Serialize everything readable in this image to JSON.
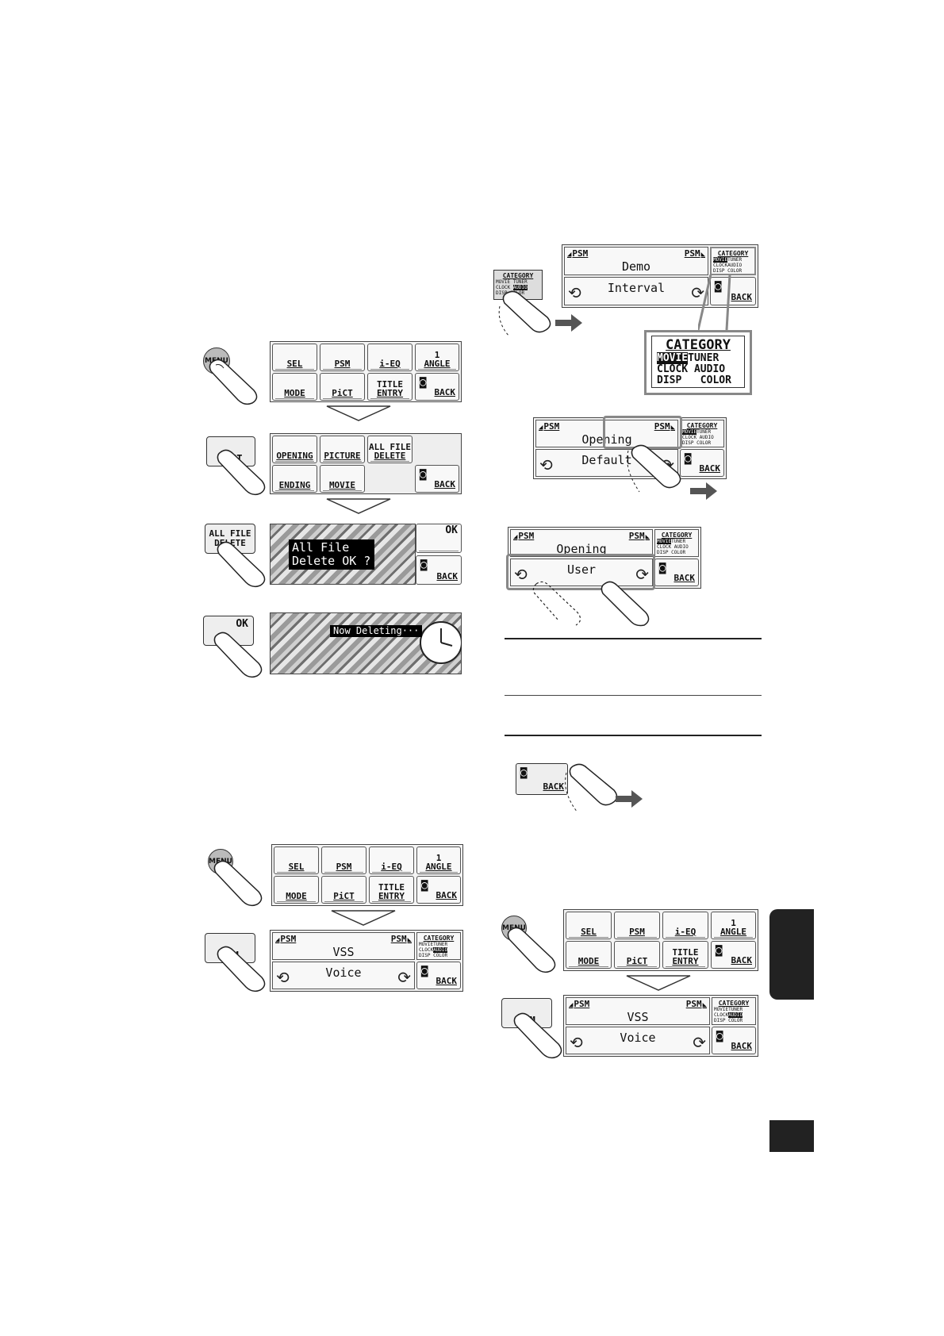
{
  "menu_key": "MENU",
  "menu_grid": {
    "sel": "SEL",
    "psm": "PSM",
    "ieq": "i-EQ",
    "angle_num": "1",
    "angle": "ANGLE",
    "mode": "MODE",
    "pict": "PiCT",
    "title_l1": "TITLE",
    "title_l2": "ENTRY",
    "back": "BACK"
  },
  "pict_menu": {
    "opening": "OPENING",
    "picture": "PICTURE",
    "allfile_l1": "ALL FILE",
    "allfile_l2": "DELETE",
    "ending": "ENDING",
    "movie": "MOVIE",
    "back": "BACK"
  },
  "pict_button": "PiCT",
  "allfile_button": {
    "l1": "ALL FILE",
    "l2": "DELETE"
  },
  "confirm": {
    "line1": "All File",
    "line2": "Delete OK ?",
    "ok": "OK",
    "back": "BACK"
  },
  "ok_button": "OK",
  "deleting": "Now Deleting···",
  "psm_button": "PSM",
  "psm_screen": {
    "psm_left": "PSM",
    "psm_right": "PSM",
    "item": "VSS",
    "value": "Voice",
    "back": "BACK"
  },
  "category_small": {
    "title": "CATEGORY",
    "row1": [
      "MOVIE",
      "TUNER"
    ],
    "row2": [
      "CLOCK",
      "AUDIO"
    ],
    "row3": [
      "DISP",
      "COLOR"
    ]
  },
  "category_big": {
    "title": "CATEGORY",
    "row1": [
      "MOVIE",
      "TUNER"
    ],
    "row2": [
      "CLOCK",
      "AUDIO"
    ],
    "row3": [
      "DISP",
      "COLOR"
    ]
  },
  "demo_screen": {
    "item": "Demo",
    "value": "Interval",
    "back": "BACK"
  },
  "opening_screen": {
    "item": "Opening",
    "value": "Default",
    "back": "BACK"
  },
  "user_screen": {
    "item": "Opening",
    "value": "User",
    "back": "BACK"
  },
  "back_button": "BACK"
}
